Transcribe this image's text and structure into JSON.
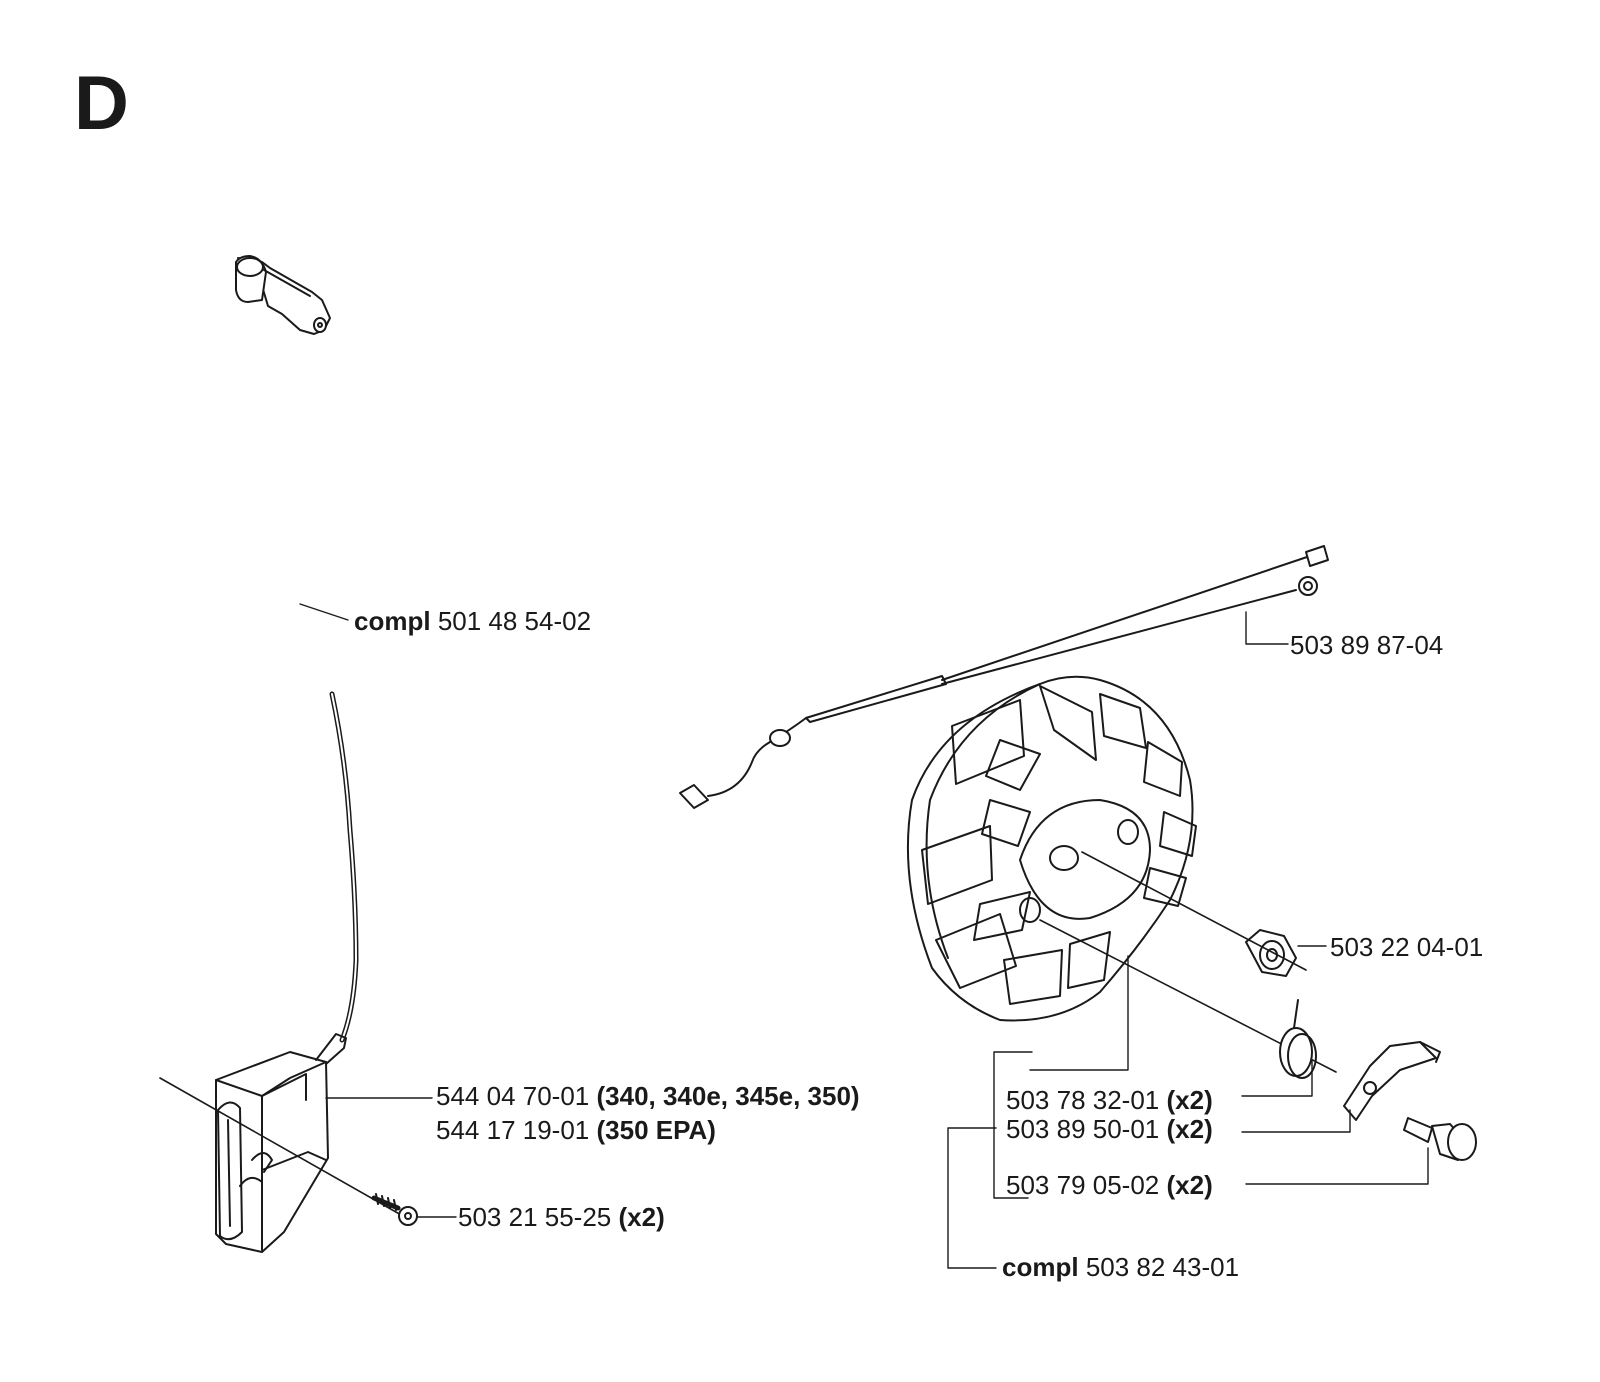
{
  "section": {
    "letter": "D"
  },
  "callouts": {
    "plug_cap": {
      "prefix": "compl",
      "number": "501 48 54-02"
    },
    "wire": {
      "number": "503 89 87-04"
    },
    "ignition_module_a": {
      "number": "544 04 70-01",
      "note": "(340, 340e, 345e, 350)"
    },
    "ignition_module_b": {
      "number": "544 17 19-01",
      "note": "(350 EPA)"
    },
    "module_screw": {
      "number": "503 21 55-25",
      "note": "(x2)"
    },
    "flywheel_nut": {
      "number": "503 22 04-01"
    },
    "spring": {
      "number": "503 78 32-01",
      "note": "(x2)"
    },
    "pawl": {
      "number": "503 89 50-01",
      "note": "(x2)"
    },
    "pawl_pin": {
      "number": "503 79 05-02",
      "note": "(x2)"
    },
    "flywheel_compl": {
      "prefix": "compl",
      "number": "503 82 43-01"
    }
  }
}
